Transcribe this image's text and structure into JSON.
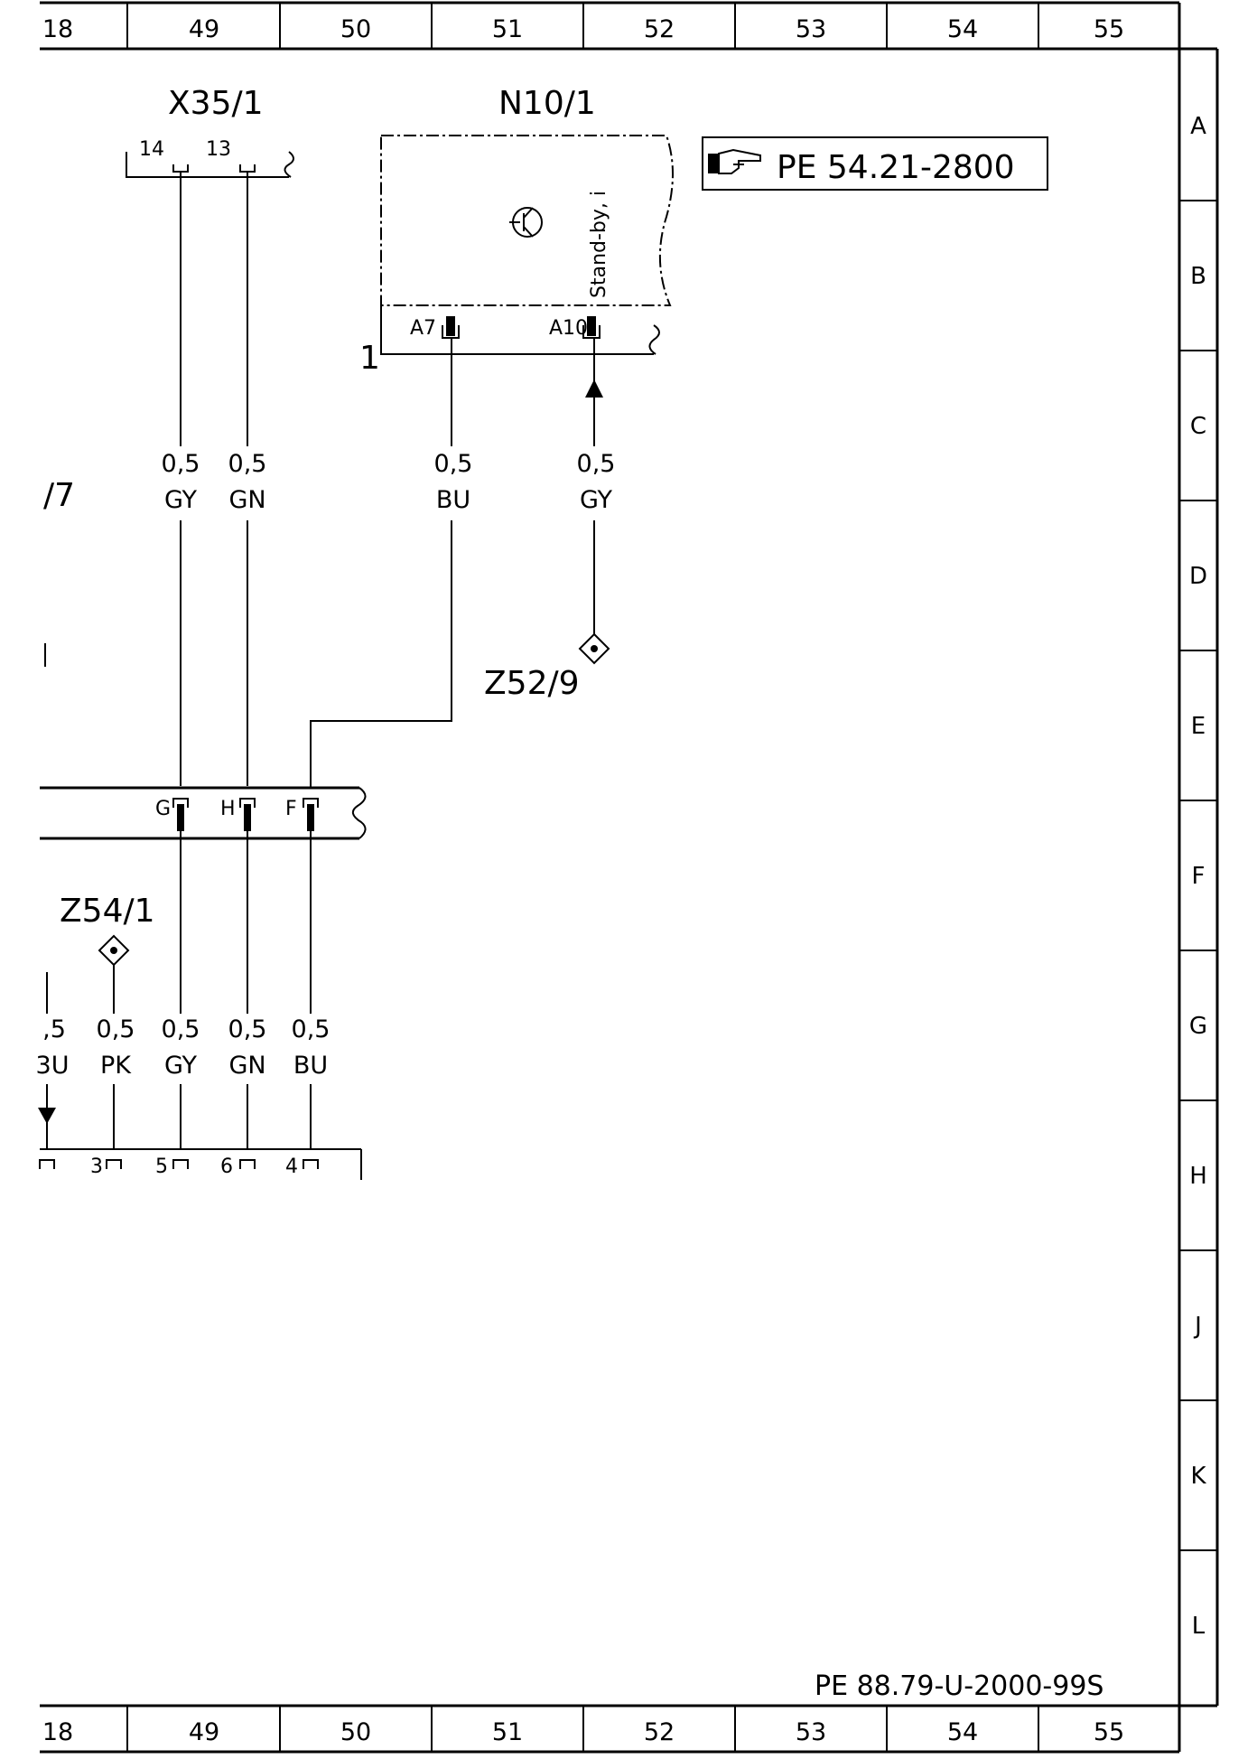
{
  "columns_top": [
    "18",
    "49",
    "50",
    "51",
    "52",
    "53",
    "54",
    "55"
  ],
  "columns_bottom": [
    "18",
    "49",
    "50",
    "51",
    "52",
    "53",
    "54",
    "55"
  ],
  "rows": [
    "A",
    "B",
    "C",
    "D",
    "E",
    "F",
    "G",
    "H",
    "J",
    "K",
    "L"
  ],
  "components": {
    "x35": {
      "name": "X35/1",
      "pin_left": "14",
      "pin_right": "13"
    },
    "n10": {
      "name": "N10/1",
      "pin_left": "A7",
      "pin_right": "A10",
      "function_text": "Stand-by, i",
      "marker": "1"
    },
    "z52": {
      "name": "Z52/9"
    },
    "z54": {
      "name": "Z54/1"
    },
    "partial_left": {
      "text": "/7"
    }
  },
  "reference": {
    "text": "PE 54.21-2800",
    "icon": "pointing-hand-icon"
  },
  "wires_upper": [
    {
      "size": "0,5",
      "color": "GY"
    },
    {
      "size": "0,5",
      "color": "GN"
    },
    {
      "size": "0,5",
      "color": "BU"
    },
    {
      "size": "0,5",
      "color": "GY"
    }
  ],
  "connector_mid_pins": [
    "G",
    "H",
    "F"
  ],
  "wires_lower": [
    {
      "size": ",5",
      "color": "3U"
    },
    {
      "size": "0,5",
      "color": "PK"
    },
    {
      "size": "0,5",
      "color": "GY"
    },
    {
      "size": "0,5",
      "color": "GN"
    },
    {
      "size": "0,5",
      "color": "BU"
    }
  ],
  "connector_bottom_pins": [
    "3",
    "5",
    "6",
    "4"
  ],
  "drawing_number": "PE 88.79-U-2000-99S"
}
